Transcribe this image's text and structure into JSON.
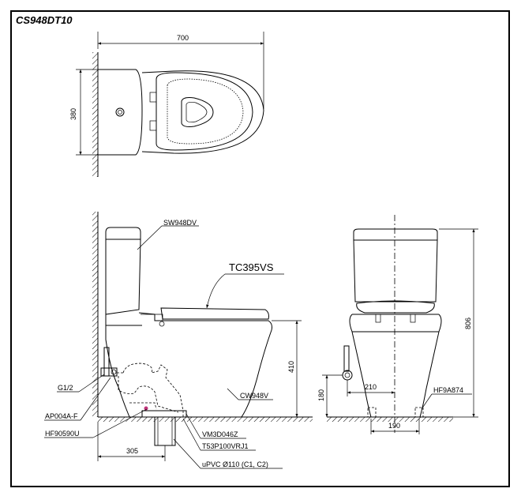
{
  "title": "CS948DT10",
  "dimensions": {
    "top_width": "700",
    "top_depth": "380",
    "side_bowl_height": "410",
    "side_wall_offset": "305",
    "front_total_height": "806",
    "front_supply_height": "180",
    "front_supply_offset": "210",
    "front_base_width": "190"
  },
  "parts": {
    "tank": "SW948DV",
    "seat": "TC395VS",
    "bowl": "CW948V",
    "connector": "G1/2",
    "stop_valve": "AP004A-F",
    "hose": "HF90590U",
    "flange": "VM3D046Z",
    "bolts": "T53P100VRJ1",
    "pipe": "uPVC Ø110 (C1, C2)",
    "fixing": "HF9A874"
  }
}
